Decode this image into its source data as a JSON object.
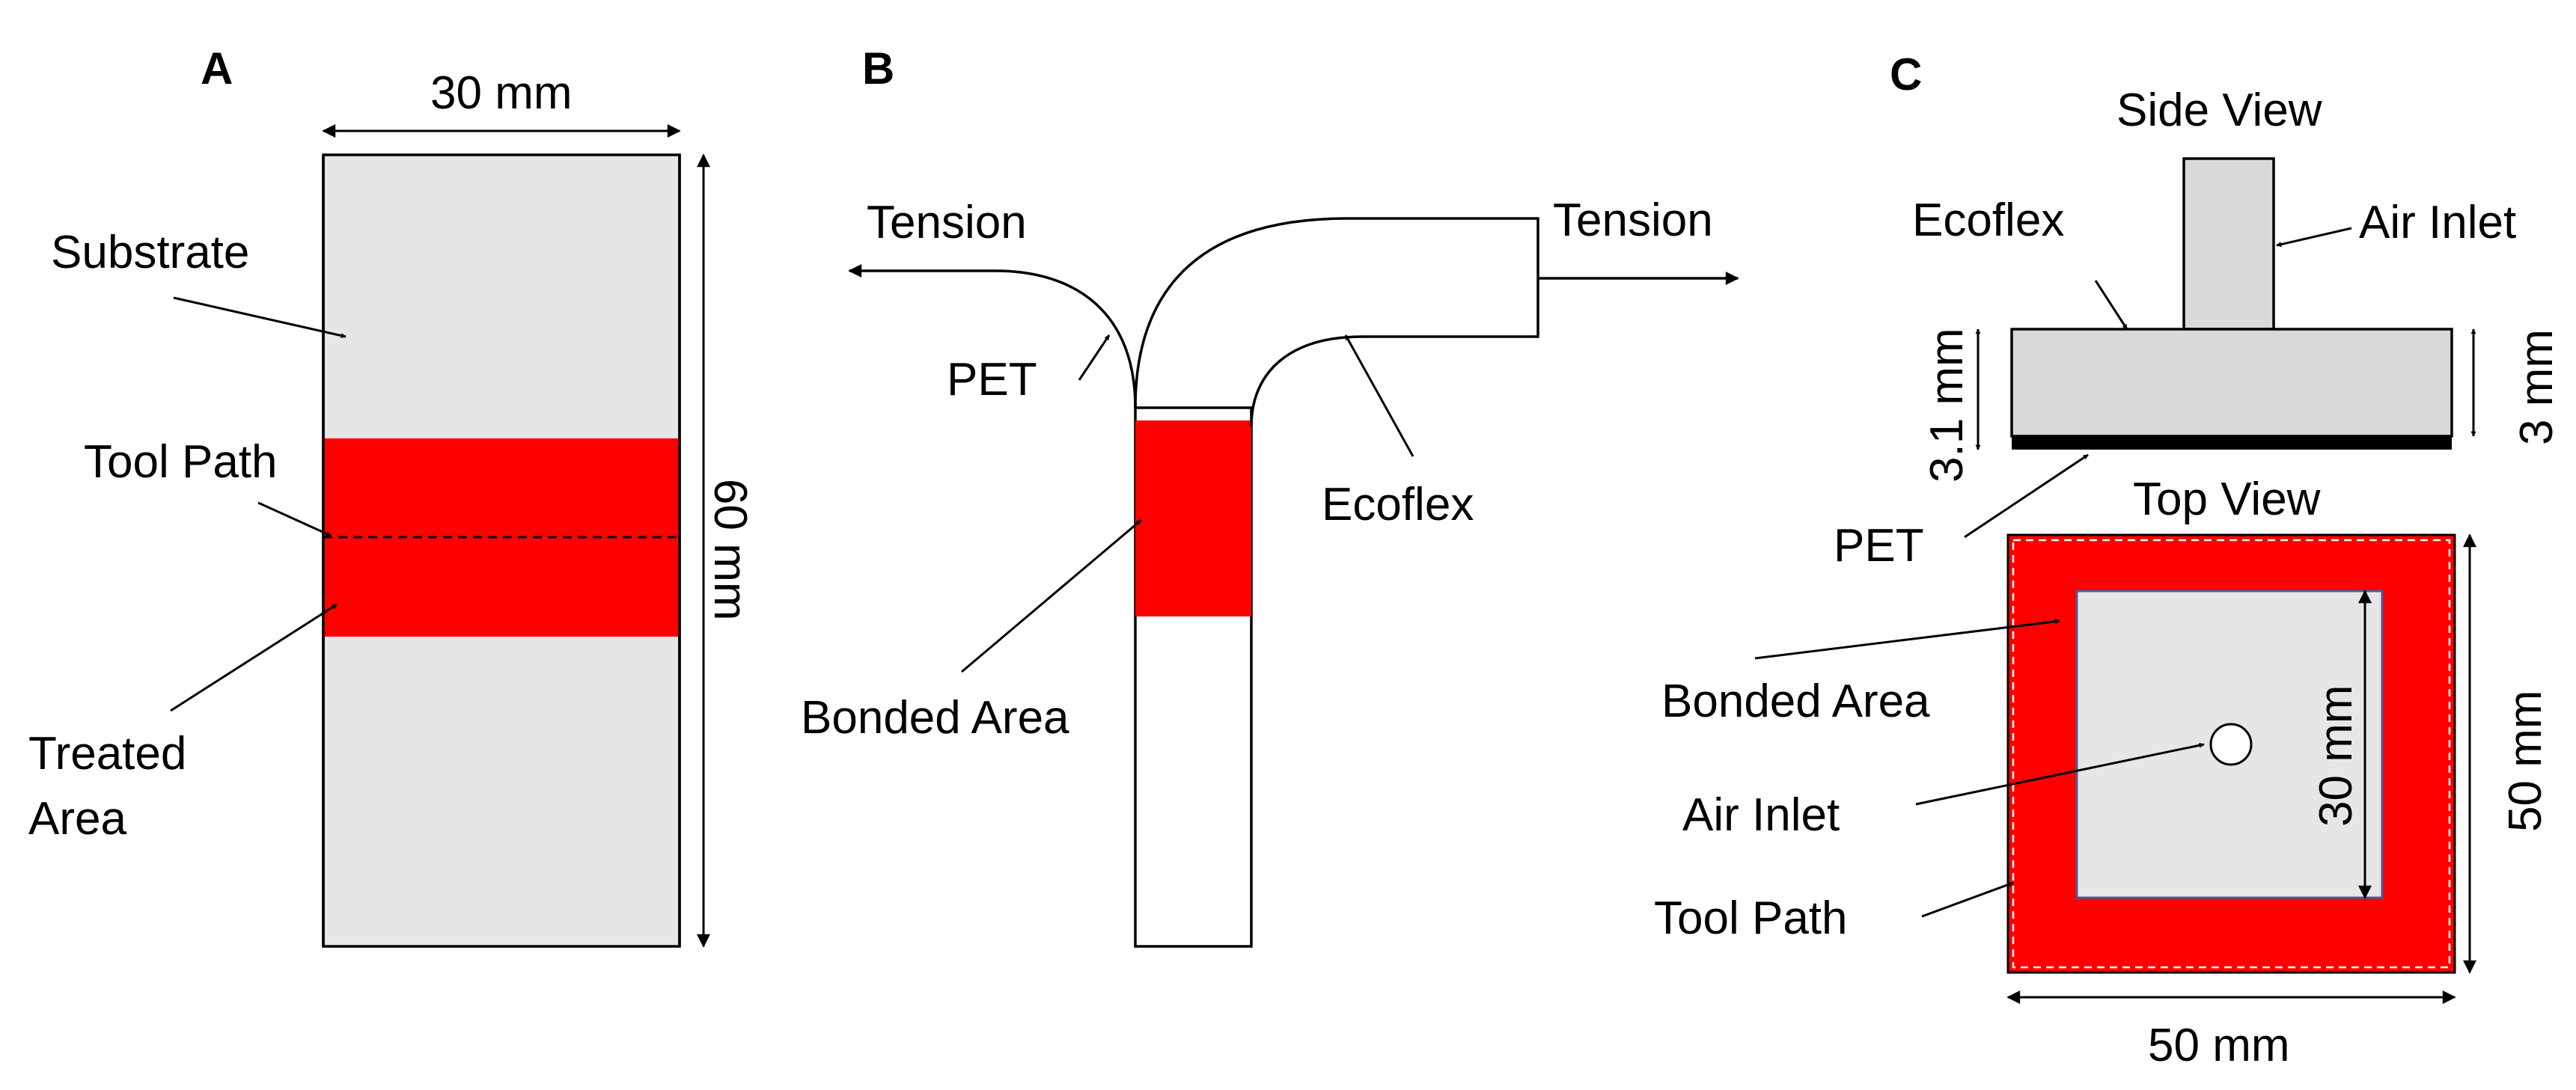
{
  "colors": {
    "treated": "#ff0000",
    "substrate": "#e6e6e6",
    "ecoflex": "#d9d9d9",
    "pet": "#000000",
    "outline": "#000000",
    "inner_edge": "#4a5a9a"
  },
  "panel_a": {
    "letter": "A",
    "width_dim": "30 mm",
    "height_dim": "60 mm",
    "substrate": "Substrate",
    "tool_path": "Tool Path",
    "treated_line1": "Treated",
    "treated_line2": "Area"
  },
  "panel_b": {
    "letter": "B",
    "tension_left": "Tension",
    "tension_right": "Tension",
    "pet": "PET",
    "ecoflex": "Ecoflex",
    "bonded_area": "Bonded Area"
  },
  "panel_c": {
    "letter": "C",
    "side_view": "Side View",
    "ecoflex": "Ecoflex",
    "air_inlet_side": "Air Inlet",
    "dim_left": "3.1 mm",
    "dim_right": "3 mm",
    "pet": "PET",
    "top_view": "Top View",
    "bonded_area": "Bonded Area",
    "air_inlet_top": "Air Inlet",
    "tool_path": "Tool Path",
    "inner_dim": "30 mm",
    "outer_dim_right": "50 mm",
    "outer_dim_bottom": "50 mm"
  }
}
